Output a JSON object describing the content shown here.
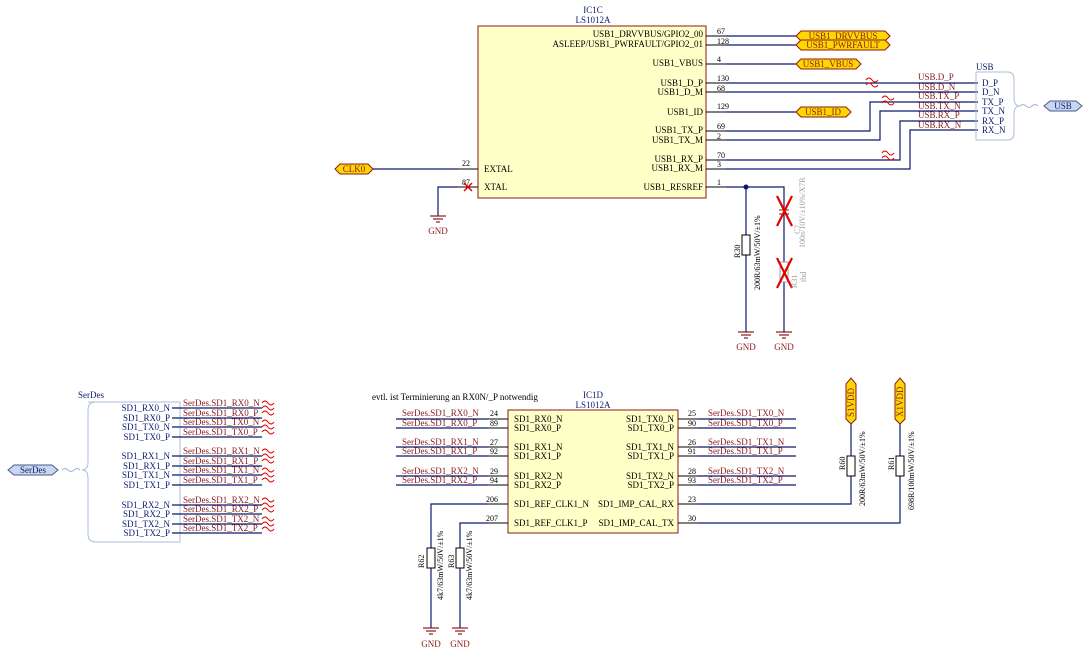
{
  "ic1c": {
    "designator": "IC1C",
    "part": "LS1012A",
    "pins": [
      {
        "name": "USB1_DRVVBUS/GPIO2_00",
        "num": "67",
        "net": "USB1_DRVVBUS"
      },
      {
        "name": "ASLEEP/USB1_PWRFAULT/GPIO2_01",
        "num": "128",
        "net": "USB1_PWRFAULT"
      },
      {
        "name": "USB1_VBUS",
        "num": "4",
        "net": "USB1_VBUS"
      },
      {
        "name": "USB1_D_P",
        "num": "130",
        "net": "USB.D_P"
      },
      {
        "name": "USB1_D_M",
        "num": "68",
        "net": "USB.D_N"
      },
      {
        "name": "USB1_ID",
        "num": "129",
        "net": "USB1_ID"
      },
      {
        "name": "USB1_TX_P",
        "num": "69",
        "net": "USB.TX_P"
      },
      {
        "name": "USB1_TX_M",
        "num": "2",
        "net": "USB.TX_N"
      },
      {
        "name": "USB1_RX_P",
        "num": "70",
        "net": "USB.RX_P"
      },
      {
        "name": "USB1_RX_M",
        "num": "3",
        "net": "USB.RX_N"
      },
      {
        "name": "USB1_RESREF",
        "num": "1",
        "net": ""
      },
      {
        "name": "EXTAL",
        "num": "22",
        "net": "CLK0"
      },
      {
        "name": "XTAL",
        "num": "87",
        "net": ""
      }
    ]
  },
  "usb_harness": {
    "title": "USB",
    "pins": [
      "D_P",
      "D_N",
      "TX_P",
      "TX_N",
      "RX_P",
      "RX_N"
    ],
    "port": "USB"
  },
  "components": {
    "r30": {
      "ref": "R30",
      "value": "200R/63mW/50V/±1%"
    },
    "c_dnp": {
      "ref": "C?",
      "value": "100n/10V/±10%/X7R"
    },
    "r_dnp": {
      "ref": "R31",
      "value": "tbd"
    },
    "r60": {
      "ref": "R60",
      "value": "200R/63mW/50V/±1%"
    },
    "r61": {
      "ref": "R61",
      "value": "698R/100mW/50V/±1%"
    },
    "r62": {
      "ref": "R62",
      "value": "4k7/63mW/50V/±1%"
    },
    "r63": {
      "ref": "R63",
      "value": "4k7/63mW/50V/±1%"
    }
  },
  "gnd_label": "GND",
  "serdes": {
    "title": "SerDes",
    "port": "SerDes",
    "pins": [
      "SD1_RX0_N",
      "SD1_RX0_P",
      "SD1_TX0_N",
      "SD1_TX0_P",
      "SD1_RX1_N",
      "SD1_RX1_P",
      "SD1_TX1_N",
      "SD1_TX1_P",
      "SD1_RX2_N",
      "SD1_RX2_P",
      "SD1_TX2_N",
      "SD1_TX2_P"
    ],
    "nets": [
      "SerDes.SD1_RX0_N",
      "SerDes.SD1_RX0_P",
      "SerDes.SD1_TX0_N",
      "SerDes.SD1_TX0_P",
      "SerDes.SD1_RX1_N",
      "SerDes.SD1_RX1_P",
      "SerDes.SD1_TX1_N",
      "SerDes.SD1_TX1_P",
      "SerDes.SD1_RX2_N",
      "SerDes.SD1_RX2_P",
      "SerDes.SD1_TX2_N",
      "SerDes.SD1_TX2_P"
    ]
  },
  "note": "evtl. ist Terminierung an RX0N/_P notwendig",
  "ic1d": {
    "designator": "IC1D",
    "part": "LS1012A",
    "left_pins": [
      {
        "name": "SD1_RX0_N",
        "num": "24",
        "net": "SerDes.SD1_RX0_N"
      },
      {
        "name": "SD1_RX0_P",
        "num": "89",
        "net": "SerDes.SD1_RX0_P"
      },
      {
        "name": "SD1_RX1_N",
        "num": "27",
        "net": "SerDes.SD1_RX1_N"
      },
      {
        "name": "SD1_RX1_P",
        "num": "92",
        "net": "SerDes.SD1_RX1_P"
      },
      {
        "name": "SD1_RX2_N",
        "num": "29",
        "net": "SerDes.SD1_RX2_N"
      },
      {
        "name": "SD1_RX2_P",
        "num": "94",
        "net": "SerDes.SD1_RX2_P"
      },
      {
        "name": "SD1_REF_CLK1_N",
        "num": "206",
        "net": ""
      },
      {
        "name": "SD1_REF_CLK1_P",
        "num": "207",
        "net": ""
      }
    ],
    "right_pins": [
      {
        "name": "SD1_TX0_N",
        "num": "25",
        "net": "SerDes.SD1_TX0_N"
      },
      {
        "name": "SD1_TX0_P",
        "num": "90",
        "net": "SerDes.SD1_TX0_P"
      },
      {
        "name": "SD1_TX1_N",
        "num": "26",
        "net": "SerDes.SD1_TX1_N"
      },
      {
        "name": "SD1_TX1_P",
        "num": "91",
        "net": "SerDes.SD1_TX1_P"
      },
      {
        "name": "SD1_TX2_N",
        "num": "28",
        "net": "SerDes.SD1_TX2_N"
      },
      {
        "name": "SD1_TX2_P",
        "num": "93",
        "net": "SerDes.SD1_TX2_P"
      },
      {
        "name": "SD1_IMP_CAL_RX",
        "num": "23",
        "net": ""
      },
      {
        "name": "SD1_IMP_CAL_TX",
        "num": "30",
        "net": ""
      }
    ]
  },
  "power": {
    "s1vdd": "S1VDD",
    "x1vdd": "X1VDD"
  }
}
